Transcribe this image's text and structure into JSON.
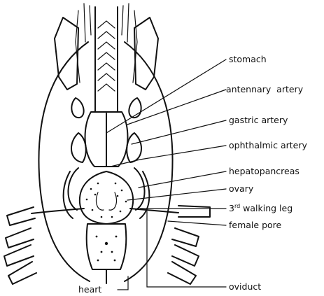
{
  "labels": {
    "stomach": "stomach",
    "antennary_artery": "antennary  artery",
    "gastric_artery": "gastric artery",
    "ophthalmic_artery": "ophthalmic artery",
    "hepatopancreas": "hepatopancreas",
    "ovary": "ovary",
    "walking_leg_num": "3",
    "walking_leg_sup": "rd",
    "walking_leg_text": " walking leg",
    "female_pore": "female pore",
    "heart": "heart",
    "oviduct": "oviduct"
  }
}
